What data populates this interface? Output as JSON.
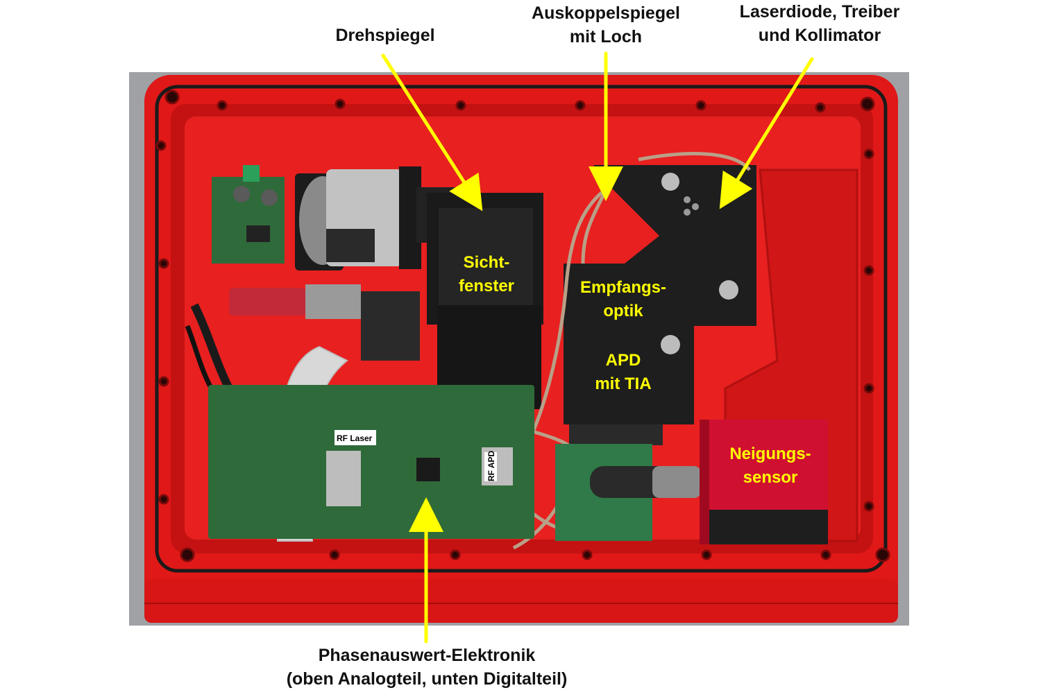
{
  "colors": {
    "annotation": "#ffff00",
    "housing": "#e01818",
    "housing_dark": "#a80c0c",
    "gasket": "#1a1a1a",
    "pcb": "#2f6a3a",
    "optics_block": "#1e1e1e",
    "sensor_box": "#d01030",
    "background_photo": "#9fa1a5",
    "external_text": "#111111"
  },
  "labels": {
    "drehspiegel": [
      "Drehspiegel"
    ],
    "auskoppelspiegel": [
      "Auskoppelspiegel",
      "mit Loch"
    ],
    "laserdiode": [
      "Laserdiode, Treiber",
      "und Kollimator"
    ],
    "sichtfenster": [
      "Sicht-",
      "fenster"
    ],
    "empfangsoptik": [
      "Empfangs-",
      "optik"
    ],
    "apd": [
      "APD",
      "mit TIA"
    ],
    "neigungssensor": [
      "Neigungs-",
      "sensor"
    ],
    "phasenauswert": [
      "Phasenauswert-Elektronik",
      "(oben Analogteil, unten Digitalteil)"
    ]
  },
  "board_markings": {
    "rf_laser": "RF Laser",
    "rf_apd": "RF APD"
  }
}
